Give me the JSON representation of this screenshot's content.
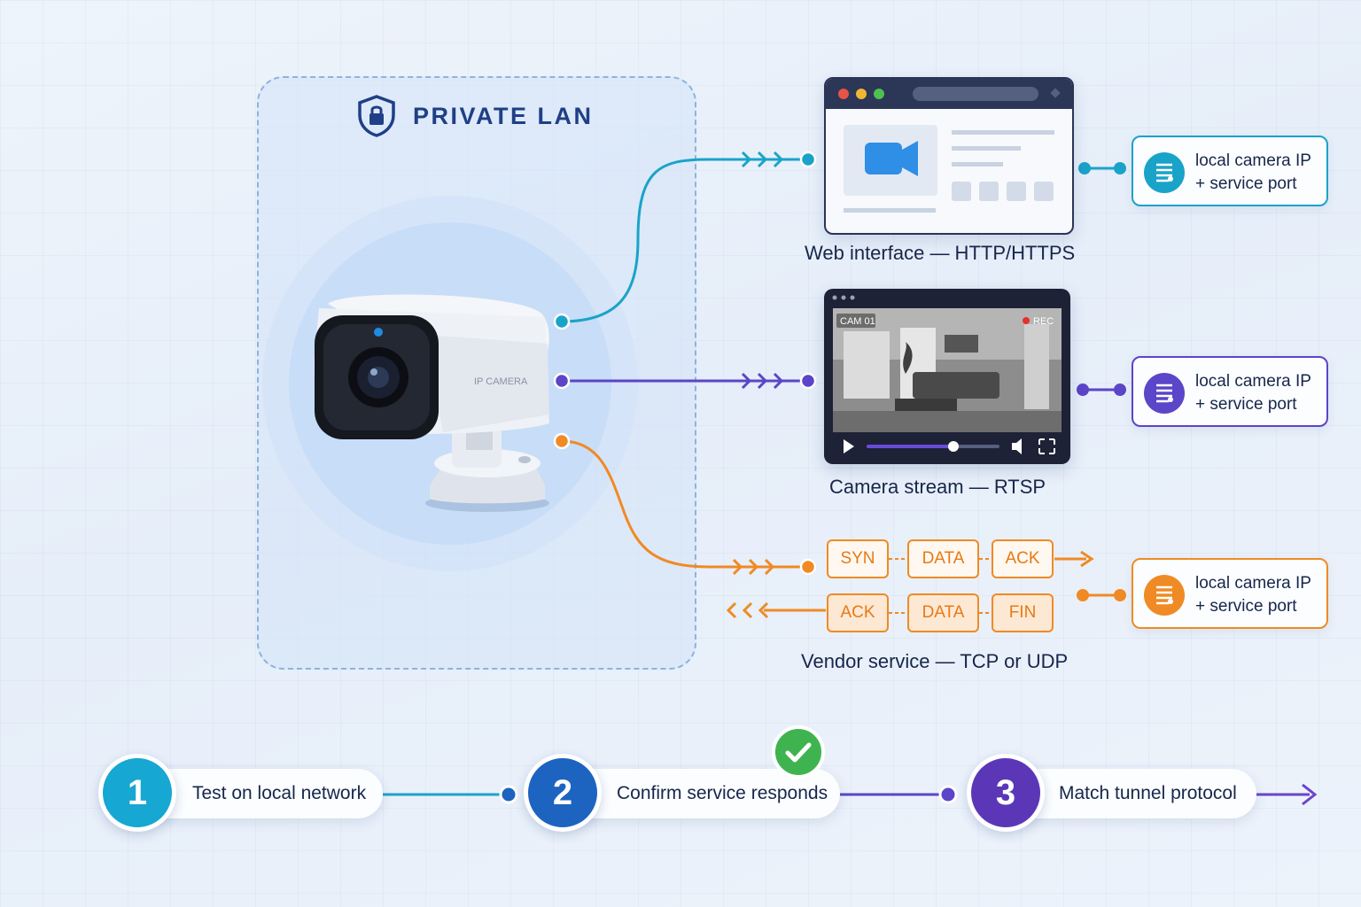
{
  "lan": {
    "title": "PRIVATE LAN"
  },
  "camera": {
    "brand": "IP CAMERA"
  },
  "services": [
    {
      "caption": "Web interface — HTTP/HTTPS",
      "color": "#1aa3c9"
    },
    {
      "caption": "Camera stream — RTSP",
      "color": "#5b45c8",
      "overlay_label": "CAM 01",
      "rec_label": "REC"
    },
    {
      "caption": "Vendor service — TCP or UDP",
      "color": "#f08a24"
    }
  ],
  "cards": [
    {
      "line1": "local camera IP",
      "line2": "+ service port",
      "color": "#1aa3c9"
    },
    {
      "line1": "local camera IP",
      "line2": "+ service port",
      "color": "#5b45c8"
    },
    {
      "line1": "local camera IP",
      "line2": "+ service port",
      "color": "#f08a24"
    }
  ],
  "packets": {
    "outbound": [
      "SYN",
      "DATA",
      "ACK"
    ],
    "inbound": [
      "ACK",
      "DATA",
      "FIN"
    ]
  },
  "steps": [
    {
      "number": "1",
      "label": "Test on local network",
      "color": "#16a7d2"
    },
    {
      "number": "2",
      "label": "Confirm service responds",
      "color": "#1d63c0"
    },
    {
      "number": "3",
      "label": "Match tunnel protocol",
      "color": "#5b37b8"
    }
  ]
}
